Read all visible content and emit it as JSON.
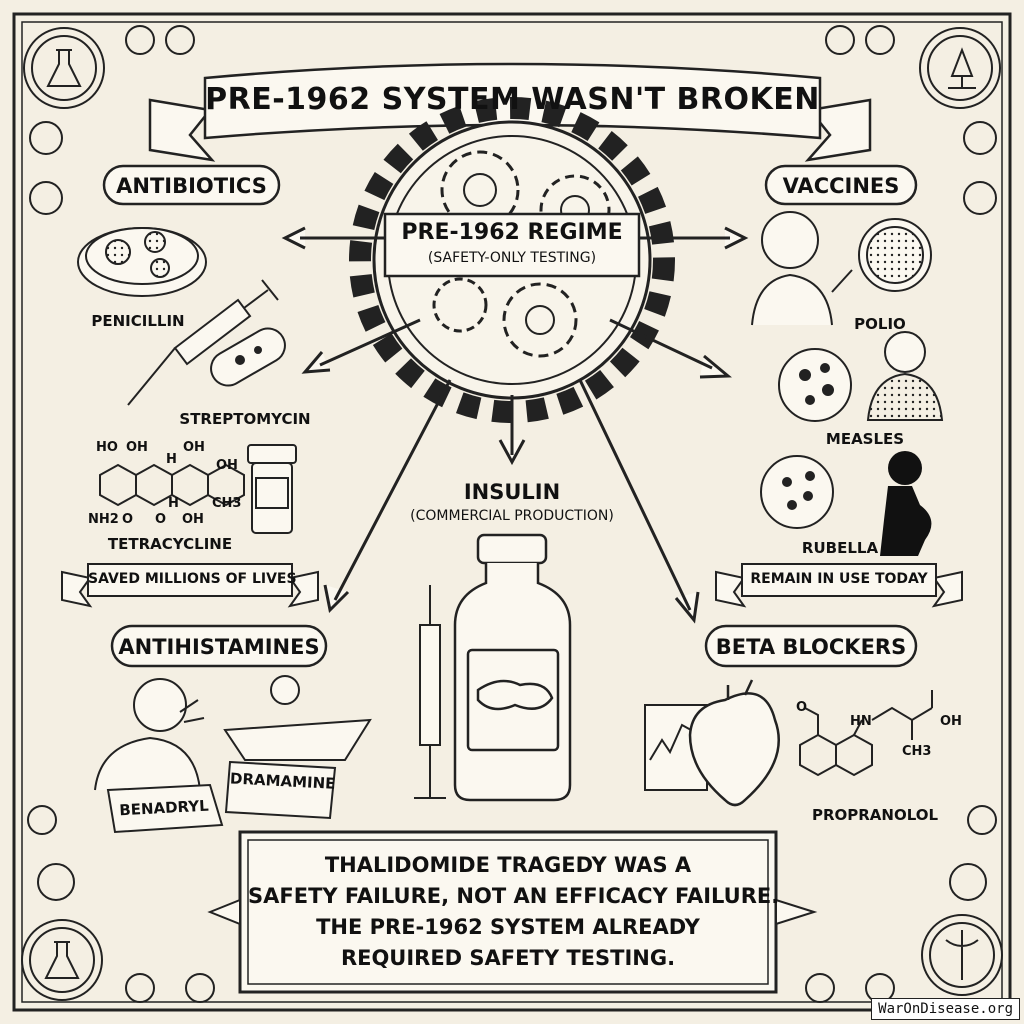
{
  "title": "PRE-1962 SYSTEM WASN'T BROKEN",
  "center": {
    "title": "PRE-1962 REGIME",
    "subtitle": "(SAFETY-ONLY TESTING)"
  },
  "antibiotics": {
    "heading": "ANTIBIOTICS",
    "items": [
      "PENICILLIN",
      "STREPTOMYCIN",
      "TETRACYCLINE"
    ],
    "banner": "SAVED MILLIONS OF LIVES",
    "formula_labels": [
      "HO",
      "OH",
      "OH",
      "OH",
      "H",
      "CH3",
      "NH2",
      "O",
      "O",
      "OH",
      "H"
    ]
  },
  "vaccines": {
    "heading": "VACCINES",
    "items": [
      "POLIO",
      "MEASLES",
      "RUBELLA"
    ],
    "banner": "REMAIN IN USE TODAY"
  },
  "insulin": {
    "heading": "INSULIN",
    "subtitle": "(COMMERCIAL PRODUCTION)"
  },
  "antihistamines": {
    "heading": "ANTIHISTAMINES",
    "boxes": [
      "BENADRYL",
      "DRAMAMINE"
    ]
  },
  "beta_blockers": {
    "heading": "BETA BLOCKERS",
    "item": "PROPRANOLOL",
    "formula_labels": [
      "O",
      "HN",
      "OH",
      "CH3"
    ]
  },
  "conclusion": {
    "lines": [
      "THALIDOMIDE TRAGEDY WAS A",
      "SAFETY FAILURE, NOT AN EFFICACY FAILURE.",
      "THE PRE-1962 SYSTEM ALREADY",
      "REQUIRED SAFETY TESTING."
    ]
  },
  "watermark": "WarOnDisease.org"
}
